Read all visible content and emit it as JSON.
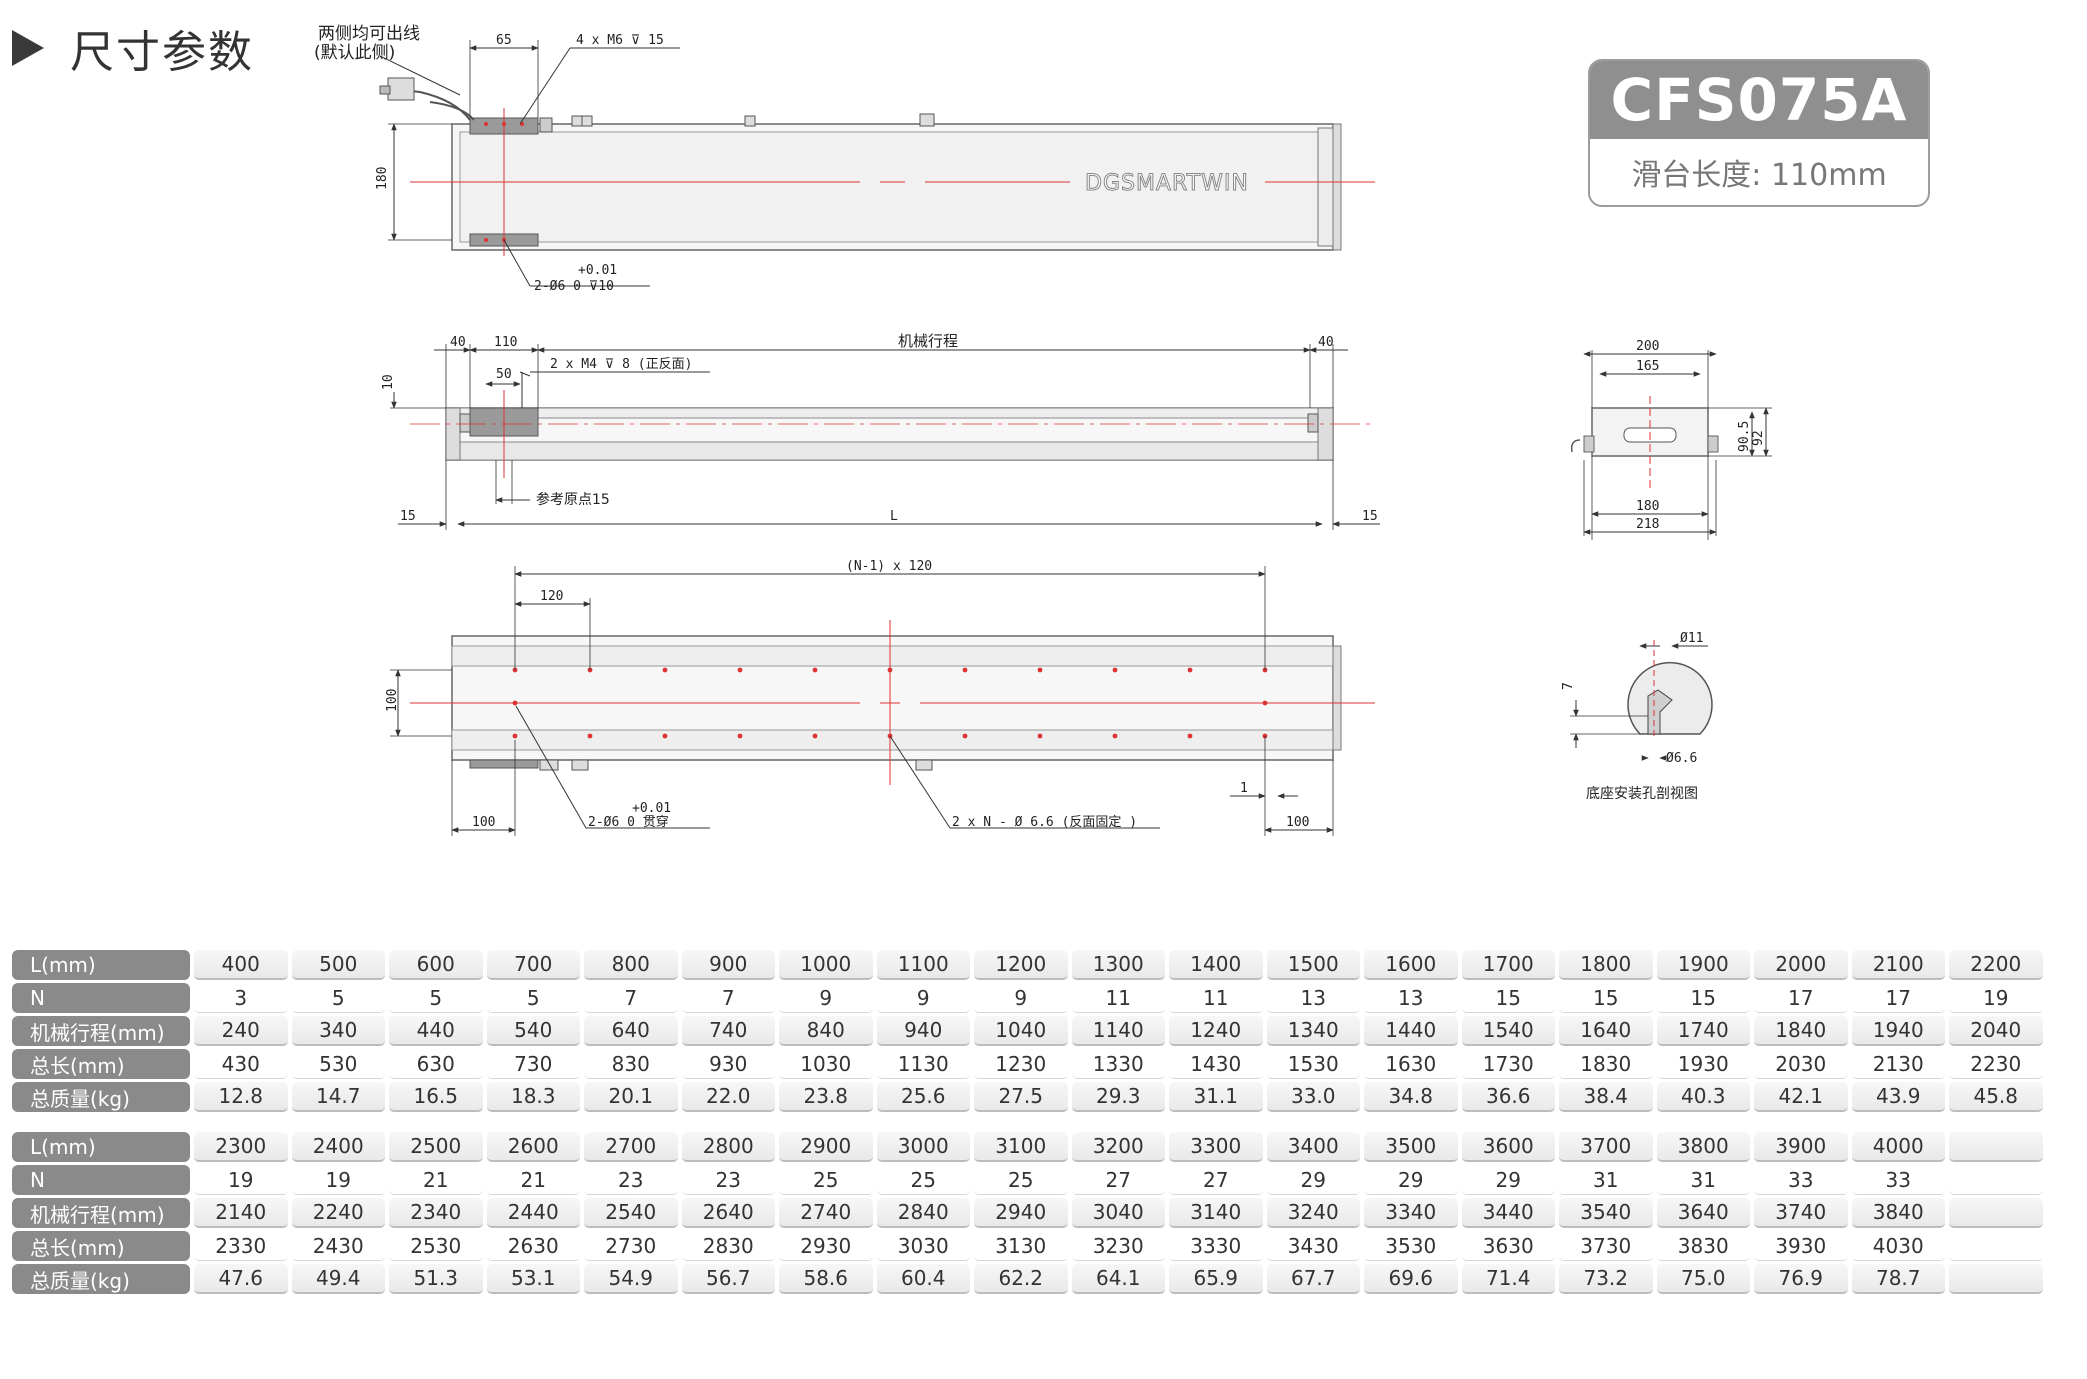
{
  "heading": "尺寸参数",
  "badge": {
    "model": "CFS075A",
    "slider_length": "滑台长度: 110mm"
  },
  "brand_logo": "DGSMARTWIN",
  "labels": {
    "cable_note_1": "两侧均可出线",
    "cable_note_2": "(默认此侧)",
    "top_65": "65",
    "top_m6": "4 x M6 ⊽ 15",
    "top_180": "180",
    "top_tol": "+0.01",
    "top_pin": "2-Ø6  0   ⊽10",
    "side_40a": "40",
    "side_110": "110",
    "side_stroke": "机械行程",
    "side_40b": "40",
    "side_50": "50",
    "side_m4": "2 x M4 ⊽ 8 (正反面)",
    "side_10": "10",
    "side_origin": "参考原点15",
    "side_15a": "15",
    "side_L": "L",
    "side_15b": "15",
    "bot_pitch": "(N-1) x 120",
    "bot_120": "120",
    "bot_100v": "100",
    "bot_tol": "+0.01",
    "bot_pin": "2-Ø6  0     贯穿",
    "bot_100a": "100",
    "bot_holes": "2 x N - Ø 6.6 (反面固定 )",
    "bot_1": "1",
    "bot_100b": "100",
    "end_200": "200",
    "end_165": "165",
    "end_905": "90.5",
    "end_92": "92",
    "end_180": "180",
    "end_218": "218",
    "sec_11": "Ø11",
    "sec_7": "7",
    "sec_66": "Ø6.6",
    "sec_title": "底座安装孔剖视图"
  },
  "tables": [
    {
      "rows": [
        {
          "label": "L(mm)",
          "values": [
            "400",
            "500",
            "600",
            "700",
            "800",
            "900",
            "1000",
            "1100",
            "1200",
            "1300",
            "1400",
            "1500",
            "1600",
            "1700",
            "1800",
            "1900",
            "2000",
            "2100",
            "2200"
          ]
        },
        {
          "label": "N",
          "values": [
            "3",
            "5",
            "5",
            "5",
            "7",
            "7",
            "9",
            "9",
            "9",
            "11",
            "11",
            "13",
            "13",
            "15",
            "15",
            "15",
            "17",
            "17",
            "19"
          ]
        },
        {
          "label": "机械行程(mm)",
          "values": [
            "240",
            "340",
            "440",
            "540",
            "640",
            "740",
            "840",
            "940",
            "1040",
            "1140",
            "1240",
            "1340",
            "1440",
            "1540",
            "1640",
            "1740",
            "1840",
            "1940",
            "2040"
          ]
        },
        {
          "label": "总长(mm)",
          "values": [
            "430",
            "530",
            "630",
            "730",
            "830",
            "930",
            "1030",
            "1130",
            "1230",
            "1330",
            "1430",
            "1530",
            "1630",
            "1730",
            "1830",
            "1930",
            "2030",
            "2130",
            "2230"
          ]
        },
        {
          "label": "总质量(kg)",
          "values": [
            "12.8",
            "14.7",
            "16.5",
            "18.3",
            "20.1",
            "22.0",
            "23.8",
            "25.6",
            "27.5",
            "29.3",
            "31.1",
            "33.0",
            "34.8",
            "36.6",
            "38.4",
            "40.3",
            "42.1",
            "43.9",
            "45.8"
          ]
        }
      ]
    },
    {
      "rows": [
        {
          "label": "L(mm)",
          "values": [
            "2300",
            "2400",
            "2500",
            "2600",
            "2700",
            "2800",
            "2900",
            "3000",
            "3100",
            "3200",
            "3300",
            "3400",
            "3500",
            "3600",
            "3700",
            "3800",
            "3900",
            "4000",
            ""
          ]
        },
        {
          "label": "N",
          "values": [
            "19",
            "19",
            "21",
            "21",
            "23",
            "23",
            "25",
            "25",
            "25",
            "27",
            "27",
            "29",
            "29",
            "29",
            "31",
            "31",
            "33",
            "33",
            ""
          ]
        },
        {
          "label": "机械行程(mm)",
          "values": [
            "2140",
            "2240",
            "2340",
            "2440",
            "2540",
            "2640",
            "2740",
            "2840",
            "2940",
            "3040",
            "3140",
            "3240",
            "3340",
            "3440",
            "3540",
            "3640",
            "3740",
            "3840",
            ""
          ]
        },
        {
          "label": "总长(mm)",
          "values": [
            "2330",
            "2430",
            "2530",
            "2630",
            "2730",
            "2830",
            "2930",
            "3030",
            "3130",
            "3230",
            "3330",
            "3430",
            "3530",
            "3630",
            "3730",
            "3830",
            "3930",
            "4030",
            ""
          ]
        },
        {
          "label": "总质量(kg)",
          "values": [
            "47.6",
            "49.4",
            "51.3",
            "53.1",
            "54.9",
            "56.7",
            "58.6",
            "60.4",
            "62.2",
            "64.1",
            "65.9",
            "67.7",
            "69.6",
            "71.4",
            "73.2",
            "75.0",
            "76.9",
            "78.7",
            ""
          ]
        }
      ]
    }
  ]
}
